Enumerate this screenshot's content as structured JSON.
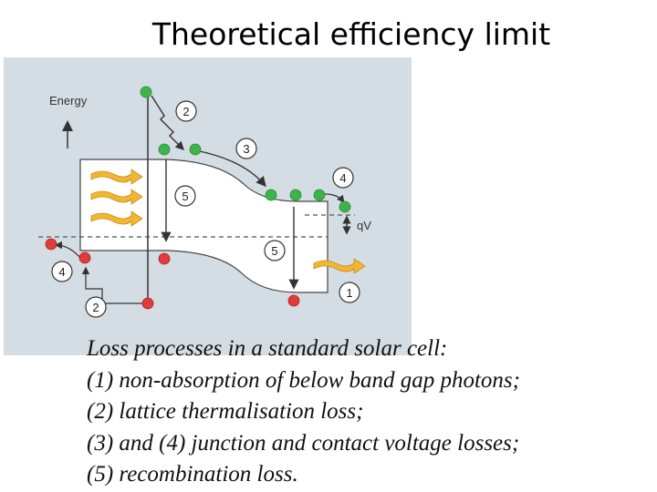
{
  "title": "Theoretical efficiency limit",
  "diagram": {
    "axis_label": "Energy",
    "voltage_label": "qV",
    "markers": [
      "2",
      "3",
      "4",
      "5",
      "5",
      "1",
      "4",
      "2"
    ]
  },
  "caption": [
    "Loss processes in a standard solar cell:",
    "(1) non-absorption of below band gap photons;",
    "(2) lattice thermalisation loss;",
    "(3) and (4) junction and contact voltage losses;",
    "(5) recombination loss."
  ],
  "colors": {
    "panel": "#d5dde4",
    "band_fill": "#ffffff",
    "electron": "#3cb44a",
    "hole": "#e23b3b",
    "photon": "#f1b632"
  }
}
